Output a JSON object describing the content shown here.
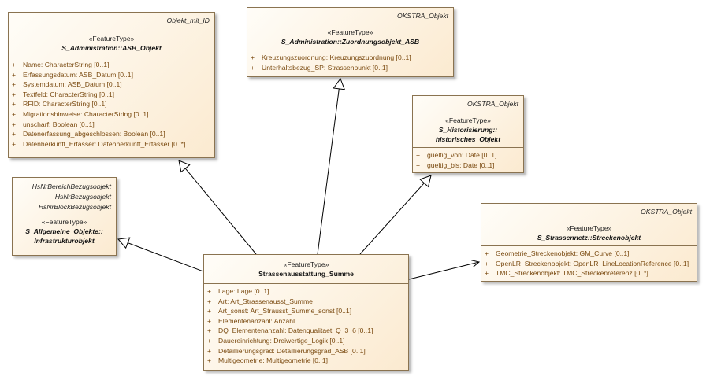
{
  "colors": {
    "line": "#000000",
    "class_border": "#8a7350",
    "attr_text": "#7a4a10"
  },
  "classes": {
    "asb_objekt": {
      "parents": [
        "Objekt_mit_ID"
      ],
      "stereotype": "«FeatureType»",
      "name": "S_Administration::ASB_Objekt",
      "attributes": [
        {
          "vis": "+",
          "text": "Name: CharacterString [0..1]"
        },
        {
          "vis": "+",
          "text": "Erfassungsdatum: ASB_Datum [0..1]"
        },
        {
          "vis": "+",
          "text": "Systemdatum: ASB_Datum [0..1]"
        },
        {
          "vis": "+",
          "text": "Textfeld: CharacterString [0..1]"
        },
        {
          "vis": "+",
          "text": "RFID: CharacterString [0..1]"
        },
        {
          "vis": "+",
          "text": "Migrationshinweise: CharacterString [0..1]"
        },
        {
          "vis": "+",
          "text": "unscharf: Boolean [0..1]"
        },
        {
          "vis": "+",
          "text": "Datenerfassung_abgeschlossen: Boolean [0..1]"
        },
        {
          "vis": "+",
          "text": "Datenherkunft_Erfasser: Datenherkunft_Erfasser [0..*]"
        }
      ]
    },
    "zuordnungsobjekt": {
      "parents": [
        "OKSTRA_Objekt"
      ],
      "stereotype": "«FeatureType»",
      "name": "S_Administration::Zuordnungsobjekt_ASB",
      "attributes": [
        {
          "vis": "+",
          "text": "Kreuzungszuordnung: Kreuzungszuordnung [0..1]"
        },
        {
          "vis": "+",
          "text": "Unterhaltsbezug_SP: Strassenpunkt [0..1]"
        }
      ]
    },
    "historisiertes_objekt": {
      "parents": [
        "OKSTRA_Objekt"
      ],
      "stereotype": "«FeatureType»",
      "name_lines": [
        "S_Historisierung::",
        "historisches_Objekt"
      ],
      "attributes": [
        {
          "vis": "+",
          "text": "gueltig_von: Date [0..1]"
        },
        {
          "vis": "+",
          "text": "gueltig_bis: Date [0..1]"
        }
      ]
    },
    "infrastrukturobjekt": {
      "parents": [
        "HsNrBereichBezugsobjekt",
        "HsNrBezugsobjekt",
        "HsNrBlockBezugsobjekt"
      ],
      "stereotype": "«FeatureType»",
      "name_lines": [
        "S_Allgemeine_Objekte::",
        "Infrastrukturobjekt"
      ]
    },
    "streckenobjekt": {
      "parents": [
        "OKSTRA_Objekt"
      ],
      "stereotype": "«FeatureType»",
      "name": "S_Strassennetz::Streckenobjekt",
      "attributes": [
        {
          "vis": "+",
          "text": "Geometrie_Streckenobjekt: GM_Curve [0..1]"
        },
        {
          "vis": "+",
          "text": "OpenLR_Streckenobjekt: OpenLR_LineLocationReference [0..1]"
        },
        {
          "vis": "+",
          "text": "TMC_Streckenobjekt: TMC_Streckenreferenz [0..*]"
        }
      ]
    },
    "strassenausstattung_summe": {
      "stereotype": "«FeatureType»",
      "name": "Strassenausstattung_Summe",
      "attributes": [
        {
          "vis": "+",
          "text": "Lage: Lage [0..1]"
        },
        {
          "vis": "+",
          "text": "Art: Art_Strassenausst_Summe"
        },
        {
          "vis": "+",
          "text": "Art_sonst: Art_Strausst_Summe_sonst [0..1]"
        },
        {
          "vis": "+",
          "text": "Elementenanzahl: Anzahl"
        },
        {
          "vis": "+",
          "text": "DQ_Elementenanzahl: Datenqualitaet_Q_3_6 [0..1]"
        },
        {
          "vis": "+",
          "text": "Dauereinrichtung: Dreiwertige_Logik [0..1]"
        },
        {
          "vis": "+",
          "text": "Detaillierungsgrad: Detaillierungsgrad_ASB [0..1]"
        },
        {
          "vis": "+",
          "text": "Multigeometrie: Multigeometrie [0..1]"
        }
      ]
    }
  },
  "relations": [
    {
      "type": "generalization",
      "from": "strassenausstattung_summe",
      "to": "asb_objekt"
    },
    {
      "type": "generalization",
      "from": "strassenausstattung_summe",
      "to": "zuordnungsobjekt"
    },
    {
      "type": "generalization",
      "from": "strassenausstattung_summe",
      "to": "historisiertes_objekt"
    },
    {
      "type": "generalization",
      "from": "strassenausstattung_summe",
      "to": "infrastrukturobjekt"
    },
    {
      "type": "association",
      "from": "strassenausstattung_summe",
      "to": "streckenobjekt"
    }
  ]
}
